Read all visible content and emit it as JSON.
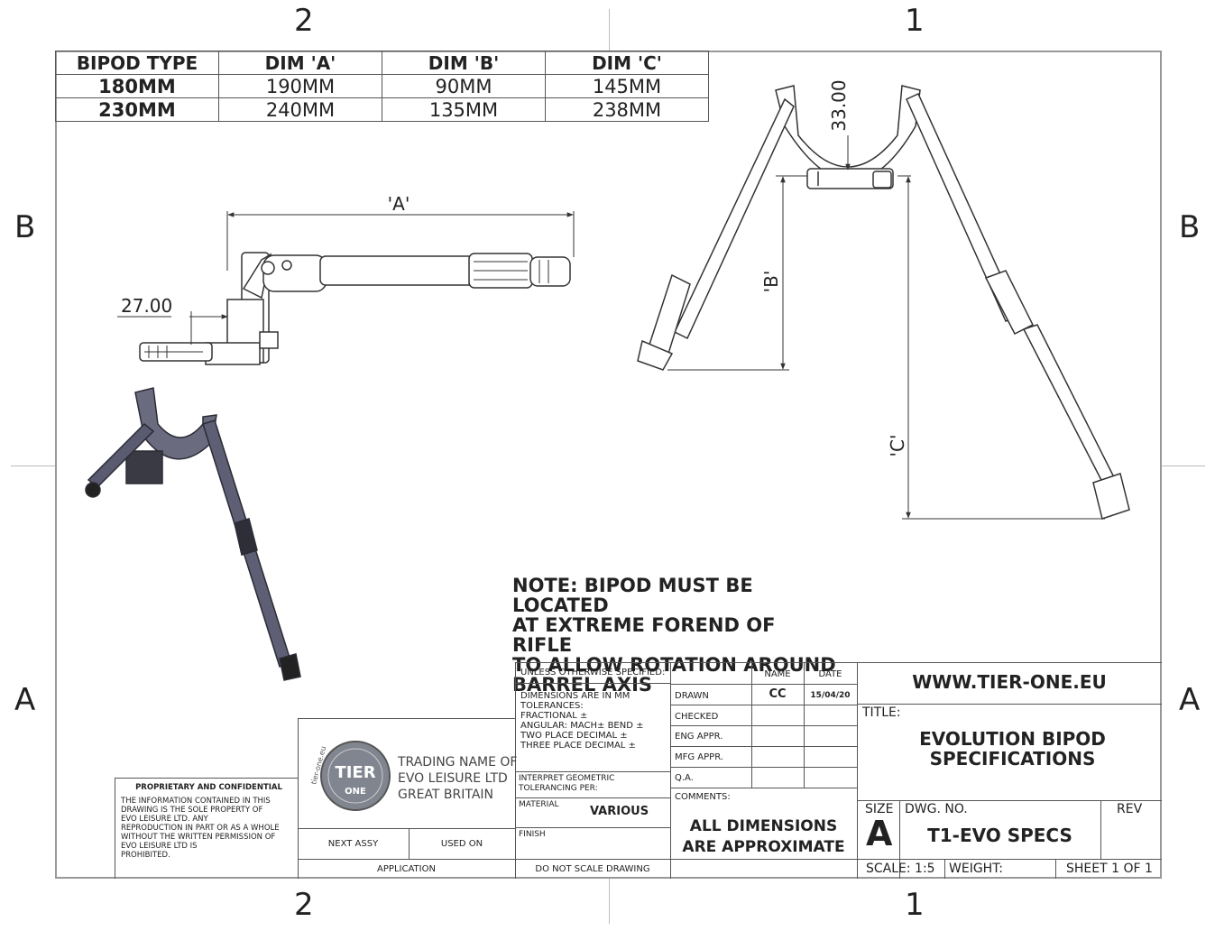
{
  "zones": {
    "top_left": "2",
    "top_right": "1",
    "bottom_left": "2",
    "bottom_right": "1",
    "left_top": "B",
    "left_bottom": "A",
    "right_top": "B",
    "right_bottom": "A"
  },
  "dim_table": {
    "headers": [
      "BIPOD TYPE",
      "DIM 'A'",
      "DIM 'B'",
      "DIM 'C'"
    ],
    "rows": [
      [
        "180MM",
        "190MM",
        "90MM",
        "145MM"
      ],
      [
        "230MM",
        "240MM",
        "135MM",
        "238MM"
      ]
    ]
  },
  "dims": {
    "a": "'A'",
    "b": "'B'",
    "c": "'C'",
    "v27": "27.00",
    "v33": "33.00"
  },
  "note": [
    "NOTE: BIPOD MUST BE LOCATED",
    "AT EXTREME FOREND OF RIFLE",
    "TO ALLOW ROTATION AROUND",
    "BARREL AXIS"
  ],
  "proprietary": {
    "title": "PROPRIETARY AND CONFIDENTIAL",
    "body": [
      "THE INFORMATION CONTAINED IN THIS",
      "DRAWING IS THE SOLE PROPERTY OF",
      "EVO LEISURE LTD.  ANY",
      "REPRODUCTION IN PART OR AS A WHOLE",
      "WITHOUT THE WRITTEN PERMISSION OF",
      "EVO LEISURE LTD IS",
      "PROHIBITED."
    ]
  },
  "logo": {
    "mark": "TIER",
    "mark2": "ONE",
    "arc": "tier-one.eu",
    "trading": [
      "TRADING NAME OF",
      "EVO LEISURE LTD",
      "GREAT BRITAIN"
    ]
  },
  "next_assy": "NEXT ASSY",
  "used_on": "USED ON",
  "application": "APPLICATION",
  "spec": {
    "unless": "UNLESS OTHERWISE SPECIFIED:",
    "lines": [
      "DIMENSIONS ARE IN MM",
      "TOLERANCES:",
      "FRACTIONAL ±",
      "ANGULAR: MACH±    BEND ±",
      "TWO PLACE DECIMAL    ±",
      "THREE PLACE DECIMAL  ±"
    ],
    "interpret": [
      "INTERPRET GEOMETRIC",
      "TOLERANCING PER:"
    ],
    "material": "MATERIAL",
    "material_value": "VARIOUS",
    "finish": "FINISH",
    "do_not_scale": "DO NOT SCALE DRAWING"
  },
  "approvals": {
    "name": "NAME",
    "date": "DATE",
    "rows": [
      [
        "DRAWN",
        "CC",
        "15/04/20"
      ],
      [
        "CHECKED",
        "",
        ""
      ],
      [
        "ENG APPR.",
        "",
        ""
      ],
      [
        "MFG APPR.",
        "",
        ""
      ],
      [
        "Q.A.",
        "",
        ""
      ]
    ],
    "comments": "COMMENTS:",
    "comment_text": [
      "ALL DIMENSIONS",
      "ARE APPROXIMATE"
    ]
  },
  "title_block": {
    "website": "WWW.TIER-ONE.EU",
    "title_label": "TITLE:",
    "title": [
      "EVOLUTION BIPOD",
      "SPECIFICATIONS"
    ],
    "size_label": "SIZE",
    "size": "A",
    "dwg_label": "DWG.  NO.",
    "dwg": "T1-EVO SPECS",
    "rev_label": "REV",
    "scale": "SCALE: 1:5",
    "weight": "WEIGHT:",
    "sheet": "SHEET 1 OF 1"
  }
}
